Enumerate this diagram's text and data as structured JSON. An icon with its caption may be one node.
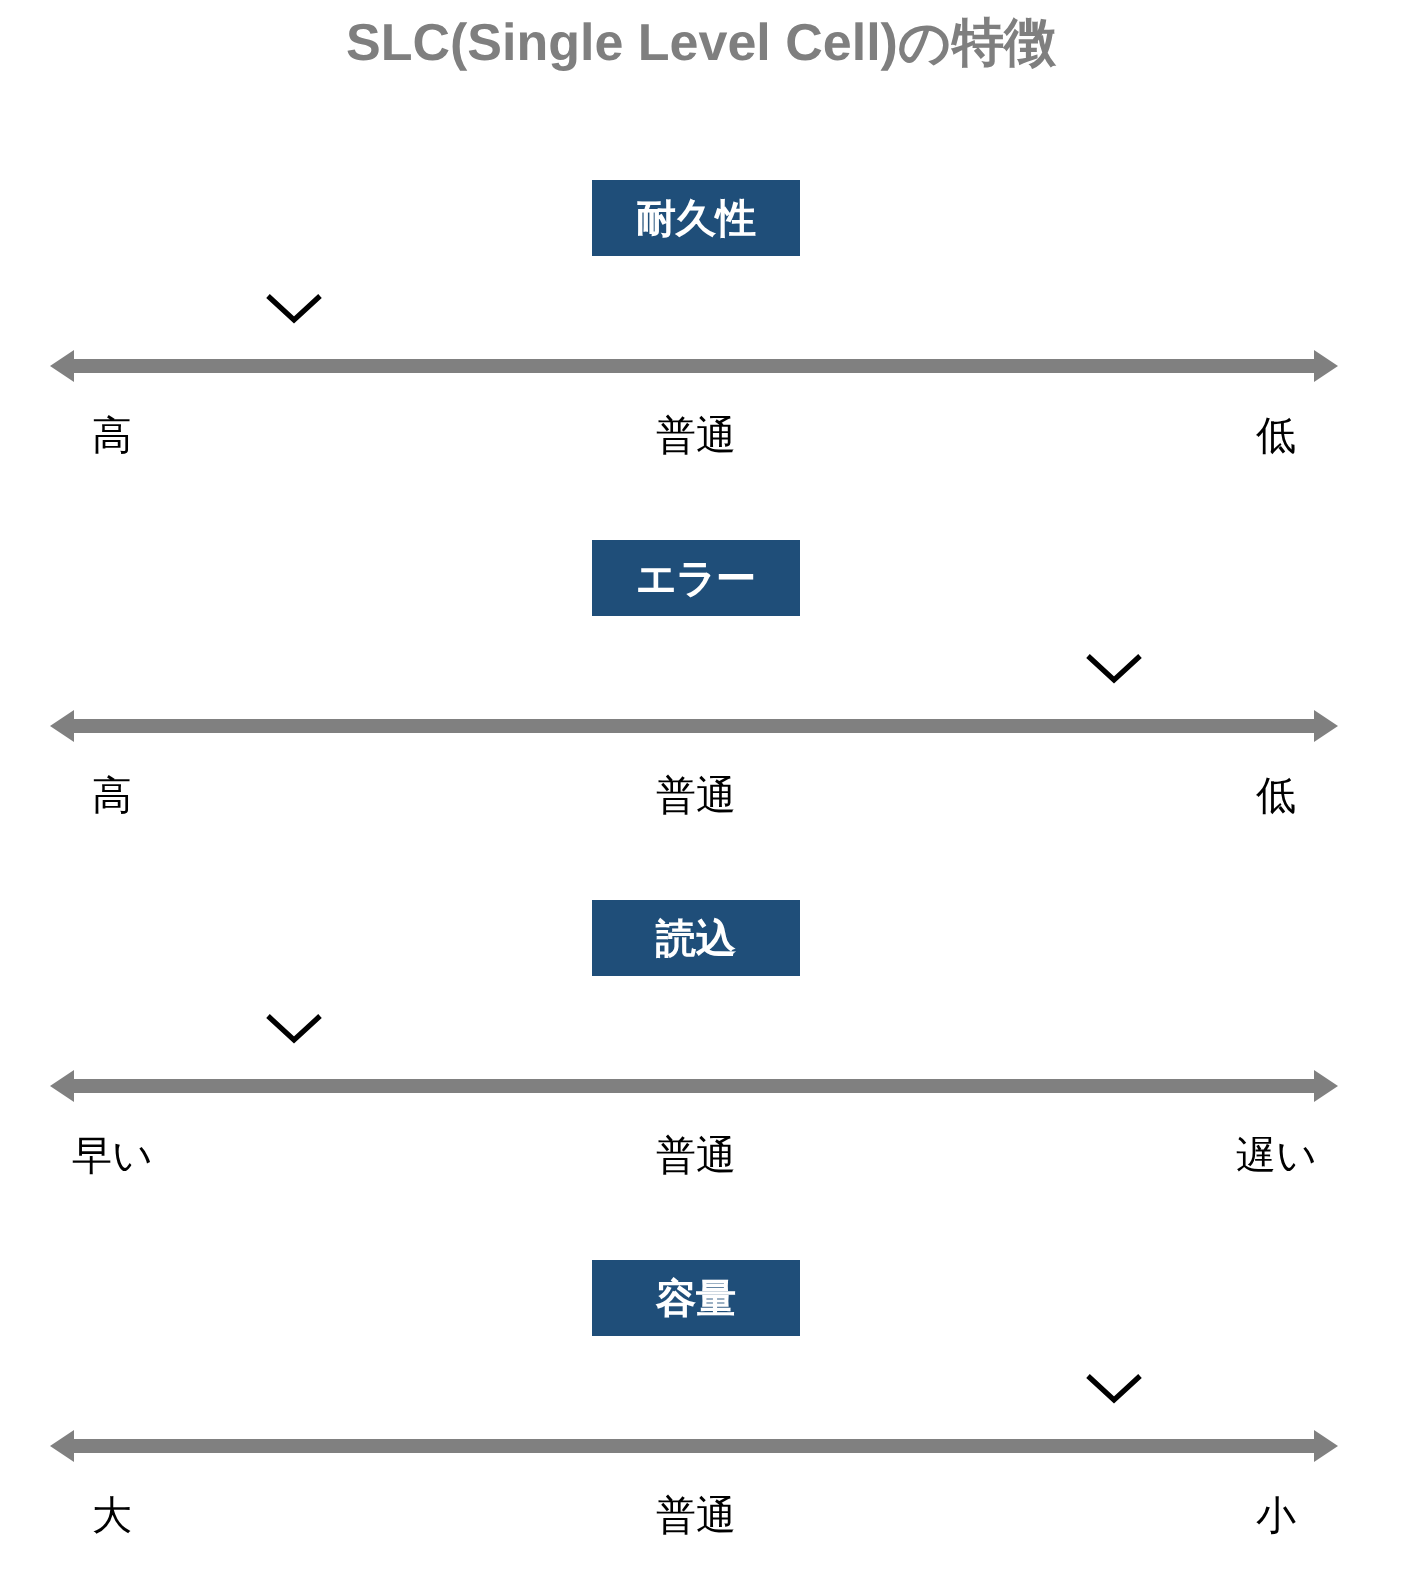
{
  "diagram": {
    "title": "SLC(Single Level Cell)の特徴",
    "nodes": [
      {
        "text": [
          "耐久性"
        ]
      },
      {
        "text": [
          "エラー"
        ]
      },
      {
        "text": [
          "読込"
        ]
      },
      {
        "text": [
          "容量"
        ]
      }
    ],
    "labels": [
      "高",
      "普通",
      "低",
      "高",
      "普通",
      "低",
      "早い",
      "普通",
      "遅い",
      "大",
      "普通",
      "小"
    ]
  }
}
